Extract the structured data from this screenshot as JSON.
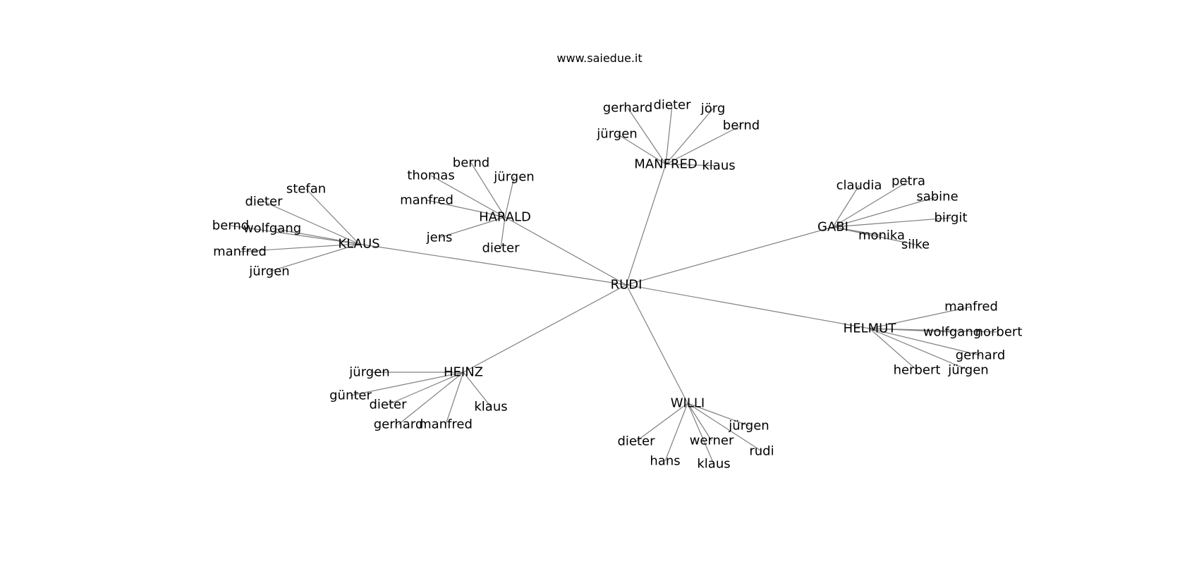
{
  "title": "www.saiedue.it",
  "center": "RUDI",
  "hubs": [
    {
      "name": "MANFRED",
      "leaves": [
        "gerhard",
        "dieter",
        "jörg",
        "bernd",
        "jürgen",
        "klaus"
      ]
    },
    {
      "name": "HARALD",
      "leaves": [
        "bernd",
        "thomas",
        "jürgen",
        "manfred",
        "jens",
        "dieter"
      ]
    },
    {
      "name": "KLAUS",
      "leaves": [
        "stefan",
        "dieter",
        "bernd",
        "wolfgang",
        "manfred",
        "jürgen"
      ]
    },
    {
      "name": "GABI",
      "leaves": [
        "claudia",
        "petra",
        "sabine",
        "birgit",
        "monika",
        "silke"
      ]
    },
    {
      "name": "HELMUT",
      "leaves": [
        "manfred",
        "wolfgang",
        "norbert",
        "gerhard",
        "herbert",
        "jürgen"
      ]
    },
    {
      "name": "HEINZ",
      "leaves": [
        "jürgen",
        "günter",
        "dieter",
        "klaus",
        "gerhard",
        "manfred"
      ]
    },
    {
      "name": "WILLI",
      "leaves": [
        "jürgen",
        "dieter",
        "werner",
        "rudi",
        "hans",
        "klaus"
      ]
    }
  ]
}
